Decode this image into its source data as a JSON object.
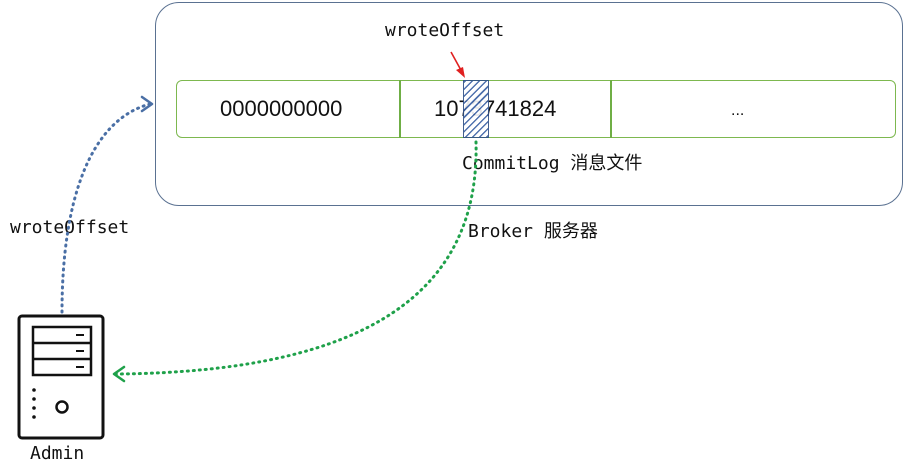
{
  "diagram": {
    "broker_label": "Broker 服务器",
    "commitlog_label": "CommitLog 消息文件",
    "pointer_label": "wroteOffset",
    "admin_label": "Admin",
    "request_label": "wroteOffset",
    "segments": [
      "0000000000",
      "1073741824",
      "..."
    ],
    "colors": {
      "broker_border": "#5a7191",
      "log_border": "#7db84f",
      "pointer_arrow": "#e02020",
      "request_arrow": "#4a6fa5",
      "response_arrow": "#1fa14a"
    },
    "icons": [
      "server-icon"
    ]
  }
}
